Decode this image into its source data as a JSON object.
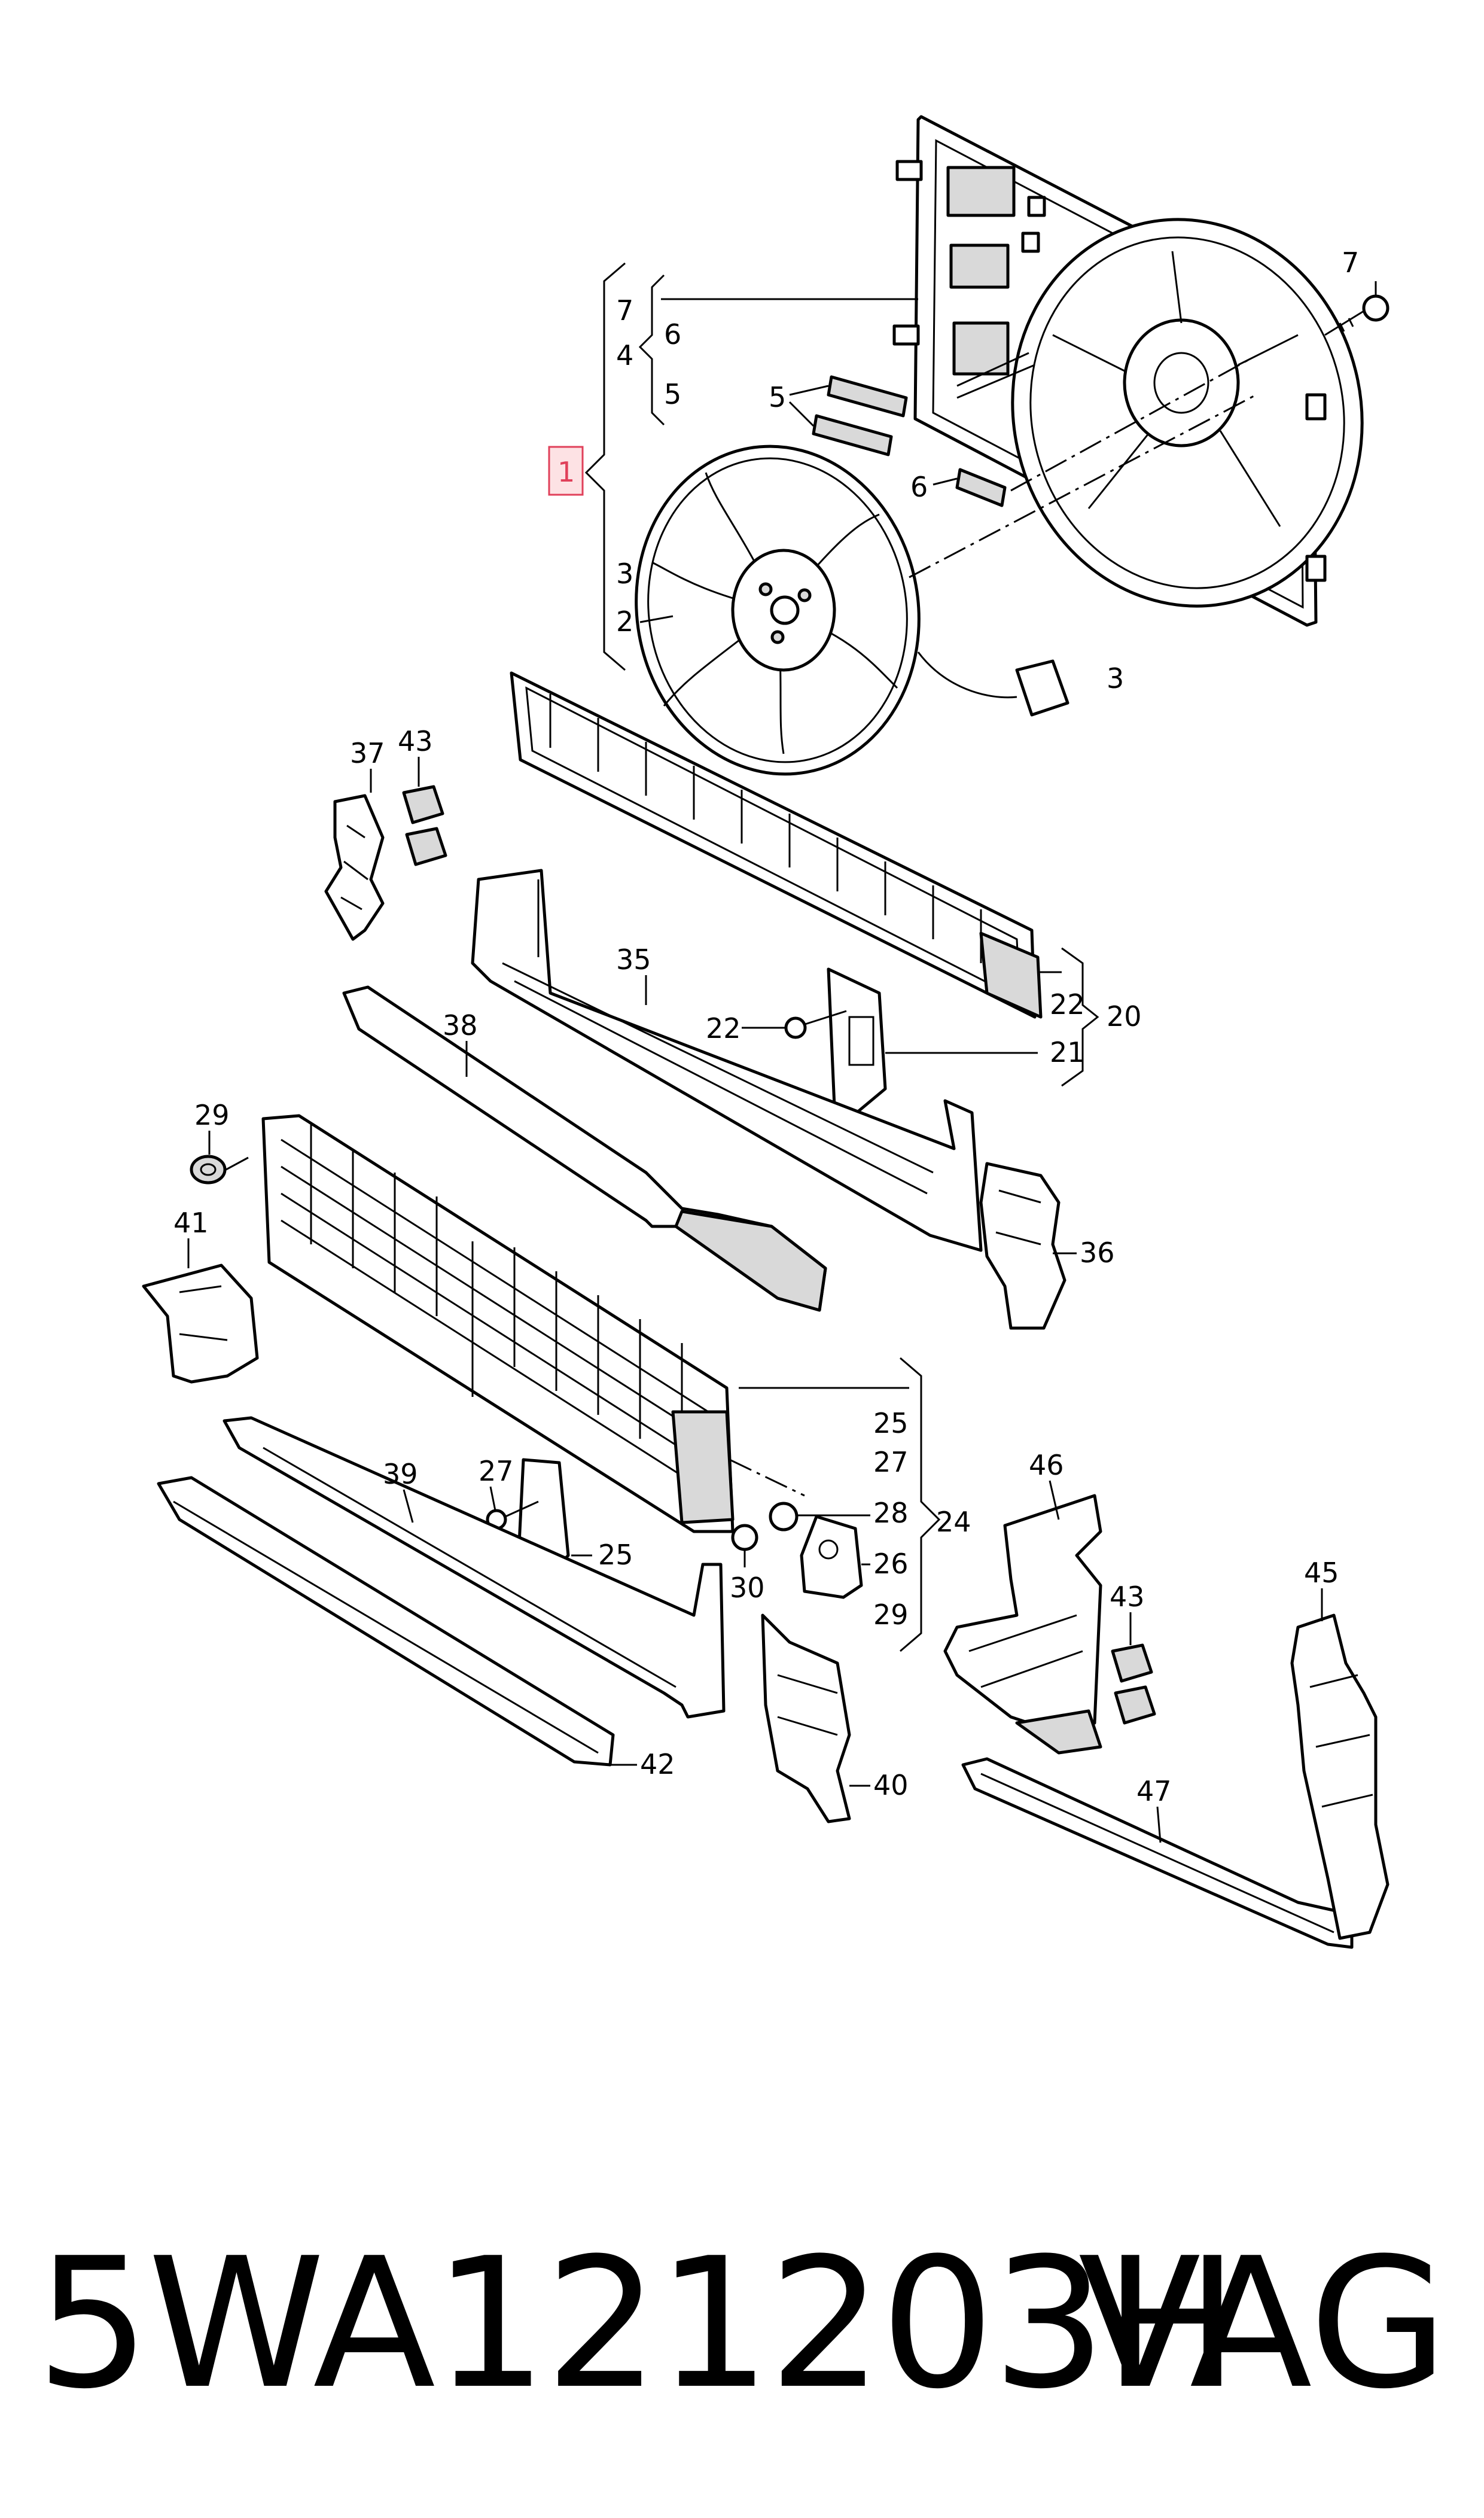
{
  "labels": {
    "l1": "1",
    "l2": "2",
    "l3a": "3",
    "l3b": "3",
    "l4": "4",
    "l5a": "5",
    "l5b": "5",
    "l6a": "6",
    "l6b": "6",
    "l7a": "7",
    "l7b": "7",
    "l20": "20",
    "l21": "21",
    "l22a": "22",
    "l22b": "22",
    "l24": "24",
    "l25a": "25",
    "l25b": "25",
    "l26": "26",
    "l27a": "27",
    "l27b": "27",
    "l28": "28",
    "l29a": "29",
    "l29b": "29",
    "l30": "30",
    "l35": "35",
    "l36": "36",
    "l37": "37",
    "l38": "38",
    "l39": "39",
    "l40": "40",
    "l41": "41",
    "l42": "42",
    "l43a": "43",
    "l43b": "43",
    "l45": "45",
    "l46": "46",
    "l47": "47"
  },
  "footer": {
    "part_number": "5WA121203H",
    "brand": "VAG"
  },
  "colors": {
    "line": "#000000",
    "highlight_fill": "#fde2e4",
    "highlight_stroke": "#e0405a"
  }
}
